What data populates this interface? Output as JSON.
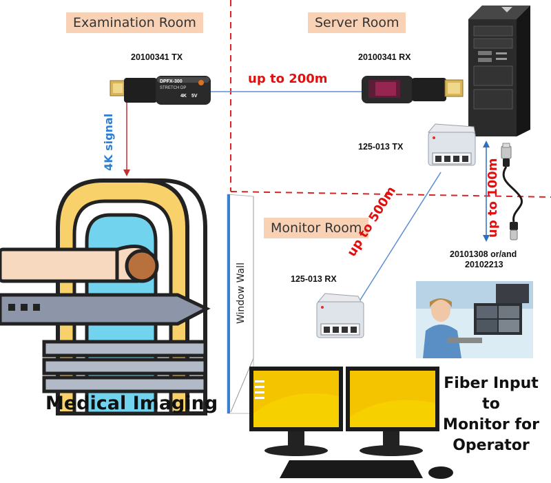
{
  "rooms": {
    "examination": "Examination Room",
    "server": "Server Room",
    "monitor": "Monitor Room"
  },
  "parts": {
    "hdmi_tx": "20100341 TX",
    "hdmi_rx": "20100341 RX",
    "fiber_tx": "125-013 TX",
    "fiber_rx": "125-013 RX",
    "usb_cable_line1": "20101308 or/and",
    "usb_cable_line2": "20102213"
  },
  "distances": {
    "hdmi_link": "up to 200m",
    "fiber_link": "up to 500m",
    "usb_link": "up to 100m"
  },
  "signal_label": "4K signal",
  "wall_label": "Window Wall",
  "medical_label": "Medical Imaging",
  "operator_label": {
    "line1": "Fiber Input to",
    "line2": "Monitor for",
    "line3": "Operator"
  },
  "dongle_text": {
    "brand": "DPFX-300",
    "model": "STRETCH DP",
    "res": "4K",
    "volt": "5V"
  },
  "colors": {
    "room_label_bg": "#f9d2b6",
    "distance_red": "#e01010",
    "signal_blue": "#2f7fd3",
    "divider_red": "#e02020",
    "monitor_yellow": "#f5c400",
    "scanner_yellow": "#f9d16b",
    "scanner_blue": "#72d3ee",
    "hand_brown": "#b8703c"
  }
}
